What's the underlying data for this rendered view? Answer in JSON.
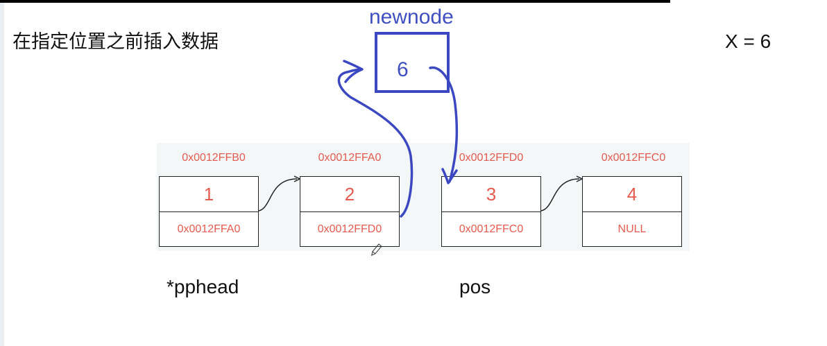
{
  "title": "在指定位置之前插入数据",
  "x_label": "X = 6",
  "newnode": {
    "label": "newnode",
    "value": "6"
  },
  "nodes": [
    {
      "address": "0x0012FFB0",
      "data": "1",
      "next": "0x0012FFA0"
    },
    {
      "address": "0x0012FFA0",
      "data": "2",
      "next": "0x0012FFD0"
    },
    {
      "address": "0x0012FFD0",
      "data": "3",
      "next": "0x0012FFC0"
    },
    {
      "address": "0x0012FFC0",
      "data": "4",
      "next": "NULL"
    }
  ],
  "labels": {
    "head": "*pphead",
    "pos": "pos"
  },
  "colors": {
    "annotation": "#3b48c2",
    "node_text": "#e55a4e",
    "panel": "#f4f7f8"
  }
}
